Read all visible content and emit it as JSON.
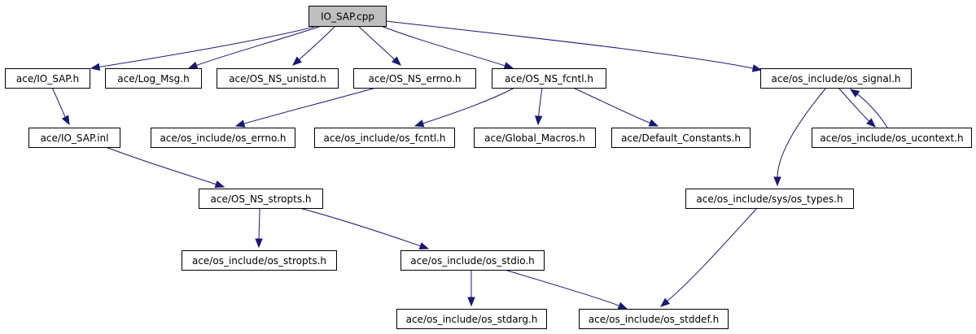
{
  "nodes": [
    {
      "id": "io_sap_cpp",
      "label": "IO_SAP.cpp",
      "root": true
    },
    {
      "id": "io_sap_h",
      "label": "ace/IO_SAP.h"
    },
    {
      "id": "log_msg_h",
      "label": "ace/Log_Msg.h"
    },
    {
      "id": "os_ns_unistd_h",
      "label": "ace/OS_NS_unistd.h"
    },
    {
      "id": "os_ns_errno_h",
      "label": "ace/OS_NS_errno.h"
    },
    {
      "id": "os_ns_fcntl_h",
      "label": "ace/OS_NS_fcntl.h"
    },
    {
      "id": "os_signal_h",
      "label": "ace/os_include/os_signal.h"
    },
    {
      "id": "io_sap_inl",
      "label": "ace/IO_SAP.inl"
    },
    {
      "id": "os_errno_h",
      "label": "ace/os_include/os_errno.h"
    },
    {
      "id": "os_fcntl_h",
      "label": "ace/os_include/os_fcntl.h"
    },
    {
      "id": "global_macros_h",
      "label": "ace/Global_Macros.h"
    },
    {
      "id": "default_constants_h",
      "label": "ace/Default_Constants.h"
    },
    {
      "id": "os_ucontext_h",
      "label": "ace/os_include/os_ucontext.h"
    },
    {
      "id": "os_ns_stropts_h",
      "label": "ace/OS_NS_stropts.h"
    },
    {
      "id": "sys_os_types_h",
      "label": "ace/os_include/sys/os_types.h"
    },
    {
      "id": "os_stropts_h",
      "label": "ace/os_include/os_stropts.h"
    },
    {
      "id": "os_stdio_h",
      "label": "ace/os_include/os_stdio.h"
    },
    {
      "id": "os_stdarg_h",
      "label": "ace/os_include/os_stdarg.h"
    },
    {
      "id": "os_stddef_h",
      "label": "ace/os_include/os_stddef.h"
    }
  ],
  "edges": [
    {
      "from": "io_sap_cpp",
      "to": "io_sap_h"
    },
    {
      "from": "io_sap_cpp",
      "to": "log_msg_h"
    },
    {
      "from": "io_sap_cpp",
      "to": "os_ns_unistd_h"
    },
    {
      "from": "io_sap_cpp",
      "to": "os_ns_errno_h"
    },
    {
      "from": "io_sap_cpp",
      "to": "os_ns_fcntl_h"
    },
    {
      "from": "io_sap_cpp",
      "to": "os_signal_h"
    },
    {
      "from": "io_sap_h",
      "to": "io_sap_inl"
    },
    {
      "from": "io_sap_inl",
      "to": "os_ns_stropts_h"
    },
    {
      "from": "os_ns_errno_h",
      "to": "os_errno_h"
    },
    {
      "from": "os_ns_fcntl_h",
      "to": "os_fcntl_h"
    },
    {
      "from": "os_ns_fcntl_h",
      "to": "global_macros_h"
    },
    {
      "from": "os_ns_fcntl_h",
      "to": "default_constants_h"
    },
    {
      "from": "os_signal_h",
      "to": "os_ucontext_h"
    },
    {
      "from": "os_ucontext_h",
      "to": "os_signal_h"
    },
    {
      "from": "os_signal_h",
      "to": "sys_os_types_h"
    },
    {
      "from": "os_ns_stropts_h",
      "to": "os_stropts_h"
    },
    {
      "from": "os_ns_stropts_h",
      "to": "os_stdio_h"
    },
    {
      "from": "os_stdio_h",
      "to": "os_stdarg_h"
    },
    {
      "from": "os_stdio_h",
      "to": "os_stddef_h"
    },
    {
      "from": "sys_os_types_h",
      "to": "os_stddef_h"
    }
  ],
  "colors": {
    "edge": "#191970",
    "root_fill": "#bfbfbf",
    "node_fill": "#ffffff",
    "node_stroke": "#000000"
  }
}
